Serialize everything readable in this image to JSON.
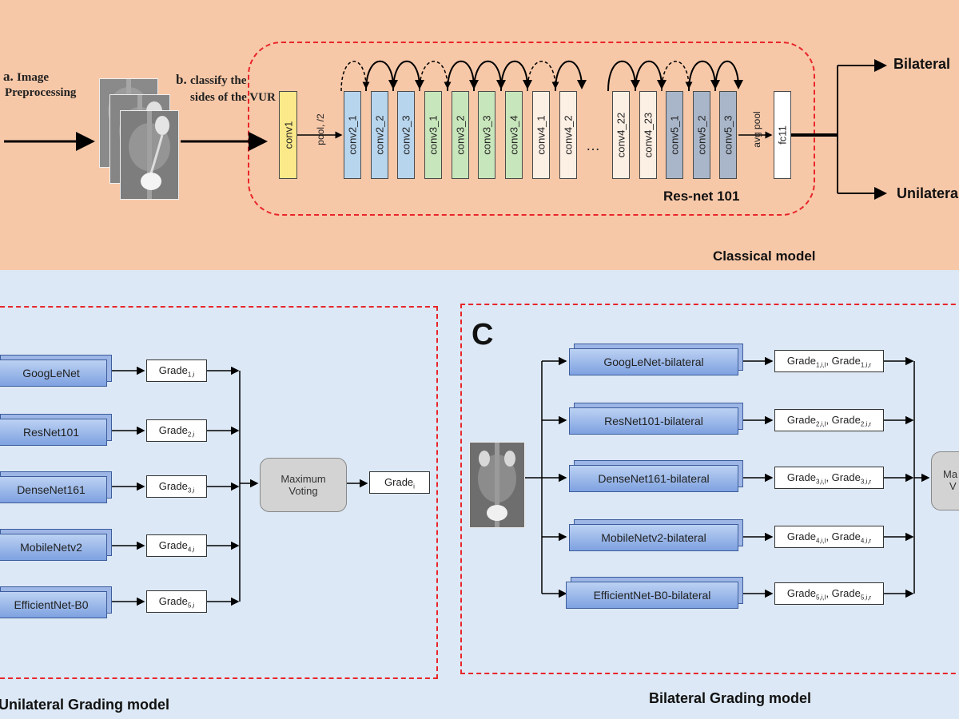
{
  "top": {
    "step_a_letter": "a.",
    "step_a_text": "Image",
    "step_a_text2": "Preprocessing",
    "step_b_letter": "b.",
    "step_b_text": "classify the",
    "step_b_text2": "sides of the VUR",
    "resnet_label": "Res-net 101",
    "classical_label": "Classical model",
    "pool_label": "pool, /2",
    "avgpool_label": "avg pool",
    "ellipsis": "…",
    "layers": [
      "conv1",
      "conv2_1",
      "conv2_2",
      "conv2_3",
      "conv3_1",
      "conv3_2",
      "conv3_3",
      "conv3_4",
      "conv4_1",
      "conv4_2",
      "conv4_22",
      "conv4_23",
      "conv5_1",
      "conv5_2",
      "conv5_3",
      "fc11"
    ],
    "output_top": "Bilateral",
    "output_bottom": "Unilateral"
  },
  "unilateral": {
    "title": "Unilateral Grading model",
    "nets": [
      "GoogLeNet",
      "ResNet101",
      "DenseNet161",
      "MobileNetv2",
      "EfficientNet-B0"
    ],
    "grades": [
      {
        "base": "Grade",
        "sub": "1,i"
      },
      {
        "base": "Grade",
        "sub": "2,i"
      },
      {
        "base": "Grade",
        "sub": "3,i"
      },
      {
        "base": "Grade",
        "sub": "4,i"
      },
      {
        "base": "Grade",
        "sub": "5,i"
      }
    ],
    "vote_line1": "Maximum",
    "vote_line2": "Voting",
    "final_grade": {
      "base": "Grade",
      "sub": "i"
    }
  },
  "bilateral": {
    "letter": "C",
    "title": "Bilateral Grading model",
    "nets": [
      "GoogLeNet-bilateral",
      "ResNet101-bilateral",
      "DenseNet161-bilateral",
      "MobileNetv2-bilateral",
      "EfficientNet-B0-bilateral"
    ],
    "grades": [
      {
        "base": "Grade",
        "sub_l": "1,i,l",
        "sub_r": "1,i,r"
      },
      {
        "base": "Grade",
        "sub_l": "2,i,l",
        "sub_r": "2,i,r"
      },
      {
        "base": "Grade",
        "sub_l": "3,i,l",
        "sub_r": "3,i,r"
      },
      {
        "base": "Grade",
        "sub_l": "4,i,l",
        "sub_r": "4,i,r"
      },
      {
        "base": "Grade",
        "sub_l": "5,i,l",
        "sub_r": "5,i,r"
      }
    ],
    "vote_partial1": "Ma",
    "vote_partial2": "V"
  },
  "colors": {
    "top_bg": "#f7c8a8",
    "bottom_bg": "#dce8f5",
    "dash_red": "#e8262a"
  }
}
